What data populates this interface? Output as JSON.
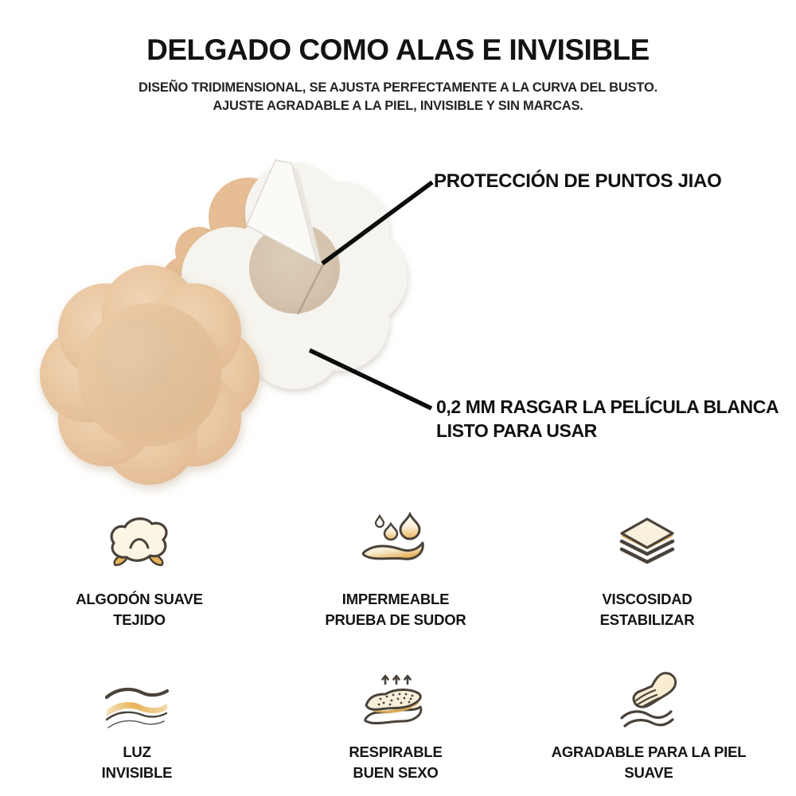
{
  "header": {
    "title": "DELGADO COMO ALAS E INVISIBLE",
    "subtitle_line1": "DISEÑO TRIDIMENSIONAL, SE AJUSTA PERFECTAMENTE A LA CURVA DEL BUSTO.",
    "subtitle_line2": "AJUSTE AGRADABLE A LA PIEL, INVISIBLE Y SIN MARCAS."
  },
  "callouts": {
    "jiao": {
      "text": "PROTECCIÓN DE PUNTOS JIAO"
    },
    "film": {
      "line1": "0,2 MM RASGAR LA PELÍCULA BLANCA",
      "line2": "LISTO PARA USAR"
    }
  },
  "product": {
    "items": [
      "beige-petal-cover",
      "white-petal-cover-with-peel-film"
    ]
  },
  "features": [
    {
      "icon": "cotton-icon",
      "line1": "ALGODÓN SUAVE",
      "line2": "TEJIDO"
    },
    {
      "icon": "sweatproof-drops-icon",
      "line1": "IMPERMEABLE",
      "line2": "PRUEBA DE SUDOR"
    },
    {
      "icon": "adhesive-layers-icon",
      "line1": "VISCOSIDAD",
      "line2": "ESTABILIZAR"
    },
    {
      "icon": "invisible-waves-icon",
      "line1": "LUZ",
      "line2": "INVISIBLE"
    },
    {
      "icon": "breathable-fabric-icon",
      "line1": "RESPIRABLE",
      "line2": "BUEN SEXO"
    },
    {
      "icon": "hand-soft-skin-icon",
      "line1": "AGRADABLE PARA LA PIEL",
      "line2": "SUAVE"
    }
  ],
  "colors": {
    "accent_gold": "#e8b259",
    "icon_outline": "#49423a",
    "beige_pad": "#e8c49e",
    "white_pad": "#f6f4ee",
    "annotation_line": "#0c0c0c",
    "text": "#161514",
    "background": "#ffffff"
  }
}
